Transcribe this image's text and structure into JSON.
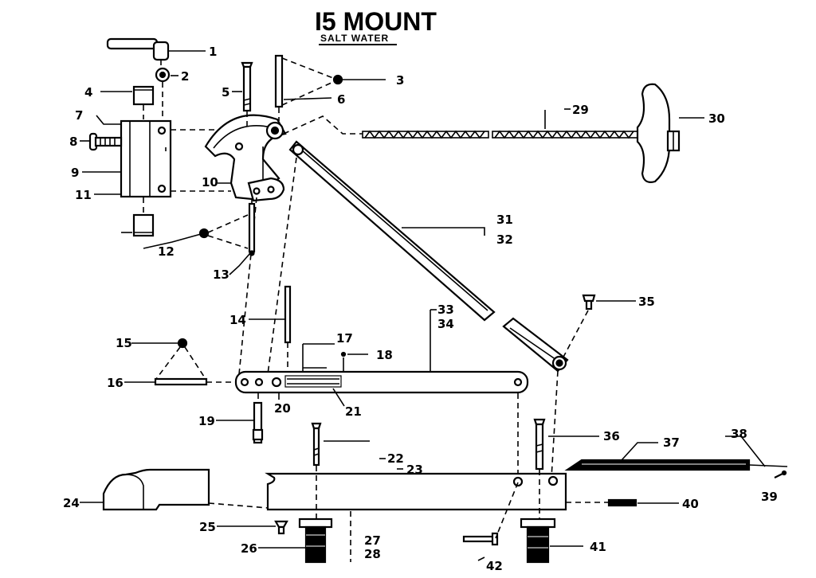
{
  "title": "I5 MOUNT",
  "subtitle": "SALT WATER",
  "callouts": {
    "c1": "1",
    "c2": "2",
    "c3": "3",
    "c4": "4",
    "c5": "5",
    "c6": "6",
    "c7": "7",
    "c8": "8",
    "c9": "9",
    "c10": "10",
    "c11": "11",
    "c12": "12",
    "c13": "13",
    "c14": "14",
    "c15": "15",
    "c16": "16",
    "c17": "17",
    "c18": "18",
    "c19": "19",
    "c20": "20",
    "c21": "21",
    "c22": "22",
    "c23": "23",
    "c24": "24",
    "c25": "25",
    "c26": "26",
    "c27": "27",
    "c28": "28",
    "c29": "29",
    "c30": "30",
    "c31": "31",
    "c32": "32",
    "c33": "33",
    "c34": "34",
    "c35": "35",
    "c36": "36",
    "c37": "37",
    "c38": "38",
    "c39": "39",
    "c40": "40",
    "c41": "41",
    "c42": "42"
  }
}
